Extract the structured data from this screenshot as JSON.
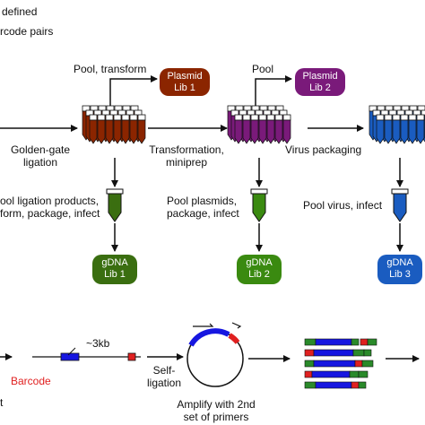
{
  "header": {
    "line1": "defined",
    "line2": "rcode pairs"
  },
  "top_row": {
    "pool_transform": "Pool, transform",
    "pool": "Pool",
    "golden_gate_1": "Golden-gate",
    "golden_gate_2": "ligation",
    "transformation_1": "Transformation,",
    "transformation_2": "miniprep",
    "virus_packaging": "Virus packaging",
    "plasmid_lib1": [
      "Plasmid",
      "Lib 1"
    ],
    "plasmid_lib2": [
      "Plasmid",
      "Lib 2"
    ]
  },
  "middle_row": {
    "pool_ligation_1": "ool ligation products,",
    "pool_ligation_2": "form, package, infect",
    "pool_plasmids_1": "Pool plasmids,",
    "pool_plasmids_2": "package, infect",
    "pool_virus": "Pool virus, infect"
  },
  "gdna": {
    "lib1": [
      "gDNA",
      "Lib 1"
    ],
    "lib2": [
      "gDNA",
      "Lib 2"
    ],
    "lib3": [
      "gDNA",
      "Lib 3"
    ]
  },
  "bottom_row": {
    "size": "~3kb",
    "barcode": "Barcode",
    "left_cut": "t",
    "self_1": "Self-",
    "self_2": "ligation",
    "amplify_1": "Amplify with 2nd",
    "amplify_2": "set of primers"
  },
  "colors": {
    "lib1": "#8b2500",
    "lib2": "#7a1a7a",
    "lib3": "#1a5cc0",
    "gdna1": "#3a6e10",
    "gdna2": "#3a8a10",
    "blue": "#1616e0",
    "red": "#e02020",
    "green": "#2a8a2a"
  }
}
